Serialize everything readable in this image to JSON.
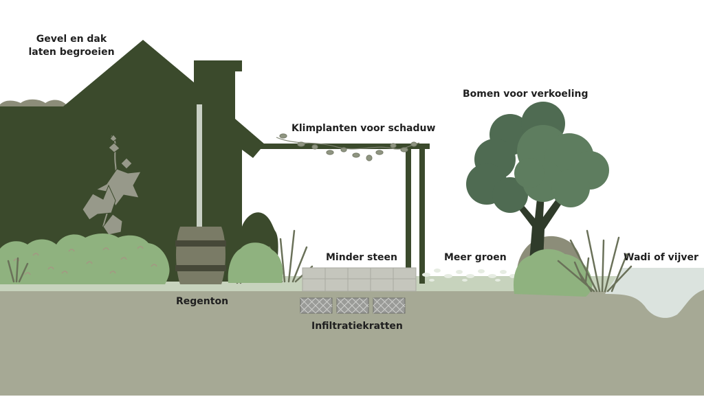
{
  "labels": {
    "facade_roof_line1": "Gevel en dak",
    "facade_roof_line2": "laten begroeien",
    "climbing_plants": "Klimplanten voor schaduw",
    "trees": "Bomen voor verkoeling",
    "less_stone": "Minder steen",
    "more_green": "Meer groen",
    "wadi_pond": "Wadi of vijver",
    "rain_barrel": "Regenton",
    "infiltration_crates": "Infiltratiekratten"
  },
  "colors": {
    "house": "#3b4a2c",
    "ground": "#a6a995",
    "grass_strip": "#c7d3bd",
    "shrub": "#8fb27f",
    "shrub_dot": "#a59683",
    "tree_dark": "#4f6b52",
    "tree_mid": "#5e7d5f",
    "trunk": "#2f3b2a",
    "rock": "#8c8d79",
    "barrel": "#7a7b66",
    "barrel_band": "#464838",
    "ivy": "#97998a",
    "paver": "#c5c6bd",
    "crate": "#9a9b98",
    "water": "#dbe3de",
    "downpipe": "#c9d0c5",
    "pebble": "#e6ece2"
  }
}
